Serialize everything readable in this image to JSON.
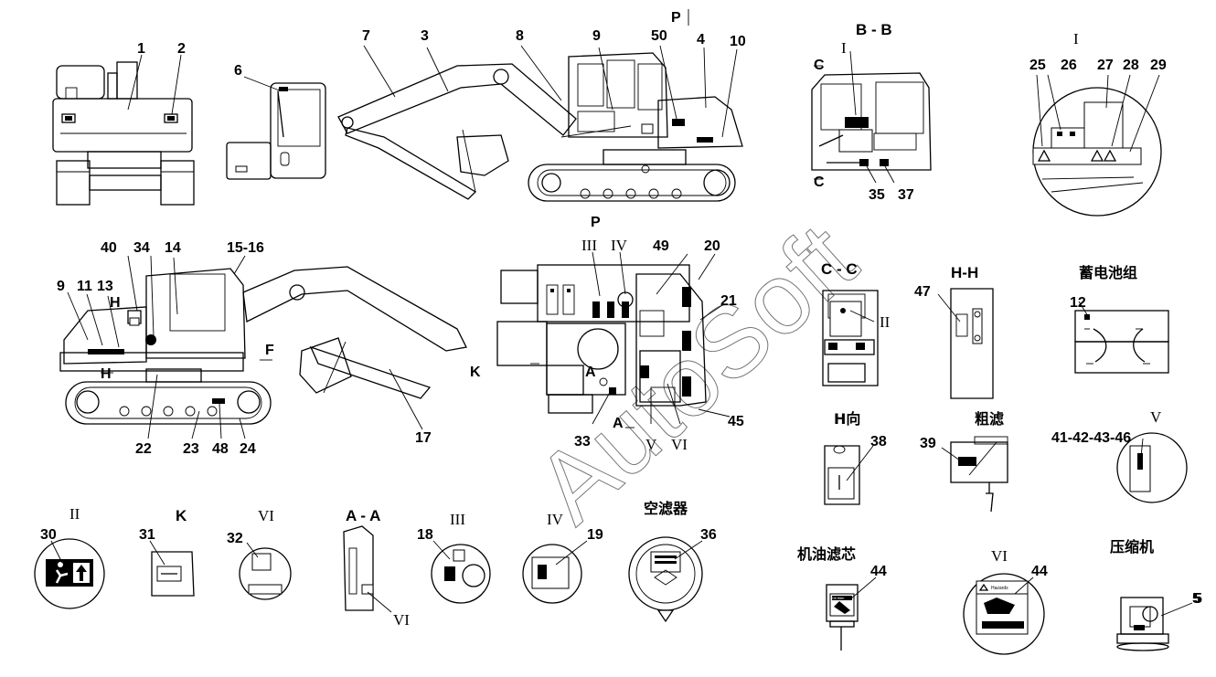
{
  "callouts": [
    "1",
    "2",
    "3",
    "4",
    "5",
    "6",
    "7",
    "8",
    "9",
    "10",
    "50",
    "9",
    "11",
    "13",
    "40",
    "34",
    "14",
    "15-16",
    "H",
    "H",
    "F",
    "22",
    "23",
    "48",
    "24",
    "17",
    "III",
    "IV",
    "49",
    "20",
    "21",
    "K",
    "A",
    "A",
    "33",
    "V",
    "VI",
    "45",
    "P",
    "P",
    "B - B",
    "C",
    "C",
    "I",
    "35",
    "37",
    "I",
    "25",
    "26",
    "27",
    "28",
    "29",
    "C - C",
    "II",
    "H-H",
    "47",
    "12",
    "H向",
    "38",
    "39",
    "41-42-43-46",
    "V",
    "II",
    "30",
    "K",
    "31",
    "VI",
    "32",
    "A - A",
    "VI",
    "III",
    "18",
    "IV",
    "19",
    "36",
    "44",
    "VI",
    "44",
    "5"
  ],
  "titles": {
    "battery": "蓄电池组",
    "coarse_filter": "粗滤",
    "air_filter": "空滤器",
    "oil_filter": "机油滤芯",
    "compressor": "压缩机"
  },
  "watermark": "AutoSoft",
  "label_text": {
    "oil_filter_label": "Oil filter",
    "hazard_label": "Hazards"
  }
}
